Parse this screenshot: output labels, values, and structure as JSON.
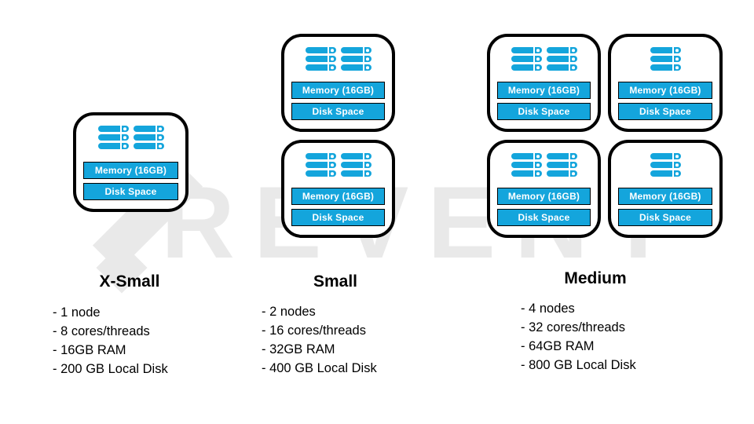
{
  "watermark": {
    "text": "REVENT",
    "color": "#e9e9e9"
  },
  "colors": {
    "accent": "#14a5dc",
    "box_border": "#000000",
    "background": "#ffffff"
  },
  "node_labels": {
    "memory": "Memory (16GB)",
    "disk": "Disk Space"
  },
  "icons": {
    "server_stack": "server-stack-icon"
  },
  "groups": [
    {
      "id": "x-small",
      "title": "X-Small",
      "node_count": 1,
      "specs": [
        "- 1 node",
        "- 8 cores/threads",
        "- 16GB RAM",
        "- 200 GB Local Disk"
      ]
    },
    {
      "id": "small",
      "title": "Small",
      "node_count": 2,
      "specs": [
        "- 2 nodes",
        "- 16 cores/threads",
        "- 32GB RAM",
        "- 400 GB Local Disk"
      ]
    },
    {
      "id": "medium",
      "title": "Medium",
      "node_count": 4,
      "specs": [
        "- 4 nodes",
        "- 32 cores/threads",
        "- 64GB RAM",
        "- 800 GB Local Disk"
      ]
    }
  ]
}
